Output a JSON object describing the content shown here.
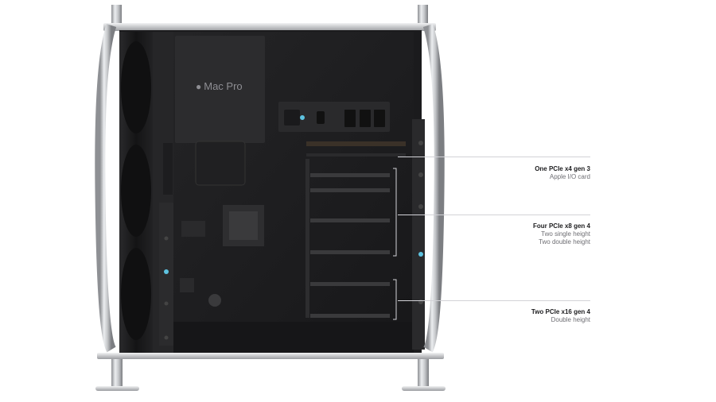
{
  "brand": {
    "logo_icon": "apple-logo-icon",
    "product_name": "Mac Pro"
  },
  "callouts": [
    {
      "title": "One PCIe x4 gen 3",
      "lines": [
        "Apple I/O card"
      ]
    },
    {
      "title": "Four PCIe x8 gen 4",
      "lines": [
        "Two single height",
        "Two double height"
      ]
    },
    {
      "title": "Two PCIe x16 gen 4",
      "lines": [
        "Double height"
      ]
    }
  ],
  "colors": {
    "background": "#ffffff",
    "chassis": "#1b1b1d",
    "frame_silver": "#c9cbce",
    "accent_cyan": "#5ec3e0",
    "title_text": "#1d1d1f",
    "sub_text": "#6e6e73",
    "guide_line": "#d2d2d7"
  }
}
